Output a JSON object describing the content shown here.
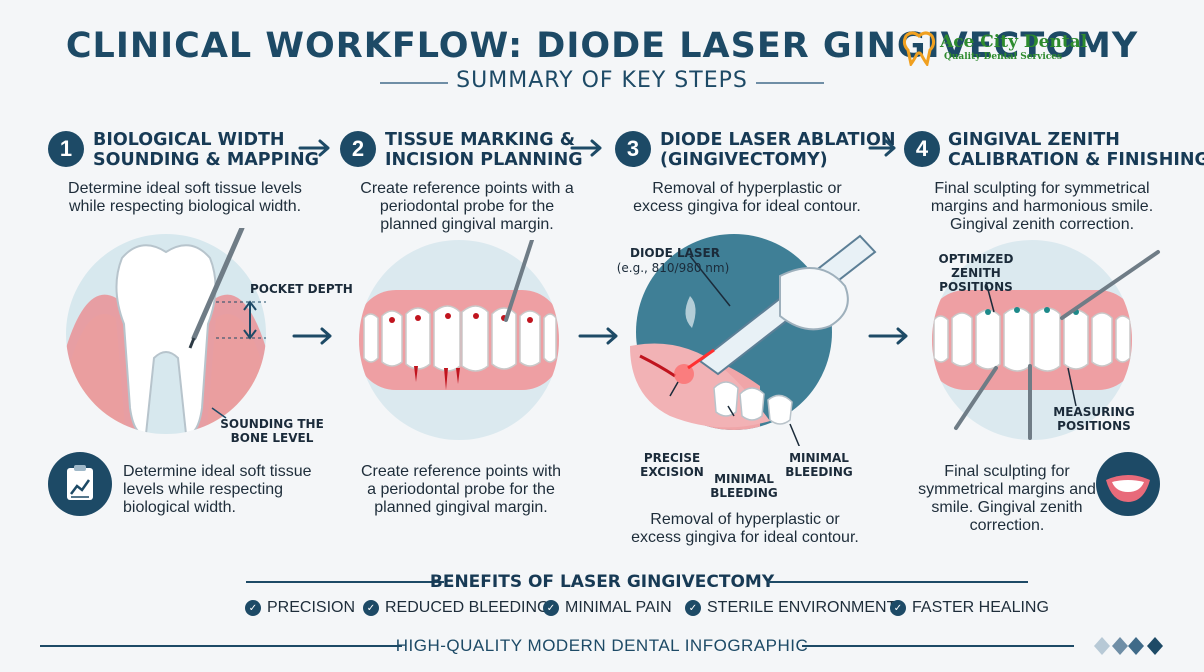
{
  "header": {
    "title": "CLINICAL WORKFLOW: DIODE LASER GINGIVECTOMY",
    "subtitle": "SUMMARY OF KEY STEPS"
  },
  "logo": {
    "name": "Ace City Dental",
    "tagline": "Quality Dental Services"
  },
  "steps": [
    {
      "number": "1",
      "title_line1": "BIOLOGICAL WIDTH",
      "title_line2": "SOUNDING & MAPPING",
      "desc_top": "Determine ideal soft tissue levels while respecting biological width.",
      "callouts": [
        "POCKET DEPTH",
        "SOUNDING THE BONE LEVEL"
      ],
      "desc_bottom": "Determine ideal soft tissue levels while respecting biological width."
    },
    {
      "number": "2",
      "title_line1": "TISSUE MARKING &",
      "title_line2": "INCISION PLANNING",
      "desc_top": "Create reference points with a periodontal probe for the planned gingival margin.",
      "desc_bottom": "Create reference points with a periodontal probe for the planned gingival margin."
    },
    {
      "number": "3",
      "title_line1": "DIODE LASER ABLATION",
      "title_line2": "(GINGIVECTOMY)",
      "desc_top": "Removal of hyperplastic or excess gingiva for ideal contour.",
      "callout_laser": "DIODE LASER",
      "callout_laser_sub": "(e.g., 810/980 nm)",
      "callouts": [
        "PRECISE EXCISION",
        "MINIMAL BLEEDING",
        "MINIMAL BLEEDING"
      ],
      "desc_bottom": "Removal of hyperplastic or excess gingiva for ideal contour."
    },
    {
      "number": "4",
      "title_line1": "GINGIVAL ZENITH",
      "title_line2": "CALIBRATION & FINISHING",
      "desc_top": "Final sculpting for symmetrical margins and harmonious smile. Gingival zenith correction.",
      "callouts": [
        "OPTIMIZED ZENITH POSITIONS",
        "MEASURING POSITIONS"
      ],
      "desc_bottom": "Final sculpting for symmetrical margins and smile. Gingival zenith correction."
    }
  ],
  "benefits": {
    "title": "BENEFITS OF LASER GINGIVECTOMY",
    "items": [
      "PRECISION",
      "REDUCED BLEEDING",
      "MINIMAL PAIN",
      "STERILE ENVIRONMENT",
      "FASTER HEALING"
    ]
  },
  "footer": {
    "text": "HIGH-QUALITY MODERN DENTAL INFOGRAPHIC"
  },
  "colors": {
    "navy": "#1d4a66",
    "gum": "#e88f92",
    "blood": "#c0141e",
    "logo_green": "#2e8b2e",
    "logo_orange": "#f0a020"
  }
}
